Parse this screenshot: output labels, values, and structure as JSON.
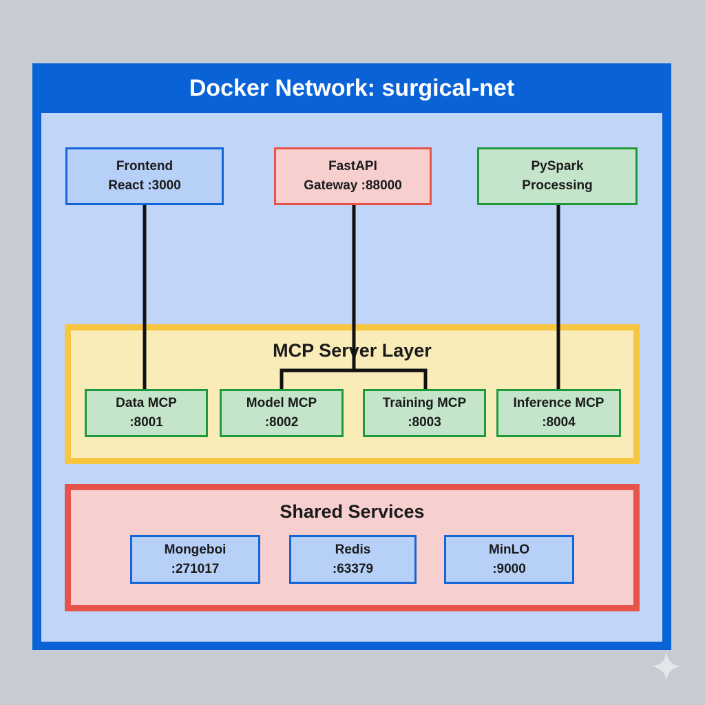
{
  "network": {
    "title": "Docker Network: surgical-net",
    "colors": {
      "border": "#0a63d6",
      "fill": "#c0d5f7"
    }
  },
  "top_services": [
    {
      "name": "Frontend",
      "detail": "React :3000",
      "color": "blue"
    },
    {
      "name": "FastAPI",
      "detail": "Gateway :88000",
      "color": "red"
    },
    {
      "name": "PySpark",
      "detail": "Processing",
      "color": "green"
    }
  ],
  "mcp_layer": {
    "title": "MCP Server Layer",
    "servers": [
      {
        "name": "Data MCP",
        "port": ":8001"
      },
      {
        "name": "Model MCP",
        "port": ":8002"
      },
      {
        "name": "Training MCP",
        "port": ":8003"
      },
      {
        "name": "Inference MCP",
        "port": ":8004"
      }
    ]
  },
  "shared_services": {
    "title": "Shared Services",
    "services": [
      {
        "name": "Mongeboi",
        "port": ":271017"
      },
      {
        "name": "Redis",
        "port": ":63379"
      },
      {
        "name": "MinLO",
        "port": ":9000"
      }
    ]
  },
  "connections": [
    {
      "from": "Frontend",
      "to": [
        "Data MCP"
      ]
    },
    {
      "from": "FastAPI",
      "to": [
        "Model MCP",
        "Training MCP"
      ]
    },
    {
      "from": "PySpark",
      "to": [
        "Inference MCP"
      ]
    }
  ],
  "colors": {
    "blue_border": "#1565d8",
    "blue_fill": "#b7d0f8",
    "red_border": "#e5534b",
    "red_fill": "#f7cfcf",
    "green_border": "#1e9a3c",
    "green_fill": "#c4e5c9",
    "yellow_border": "#f7c640",
    "yellow_fill": "#f9ecb9"
  }
}
